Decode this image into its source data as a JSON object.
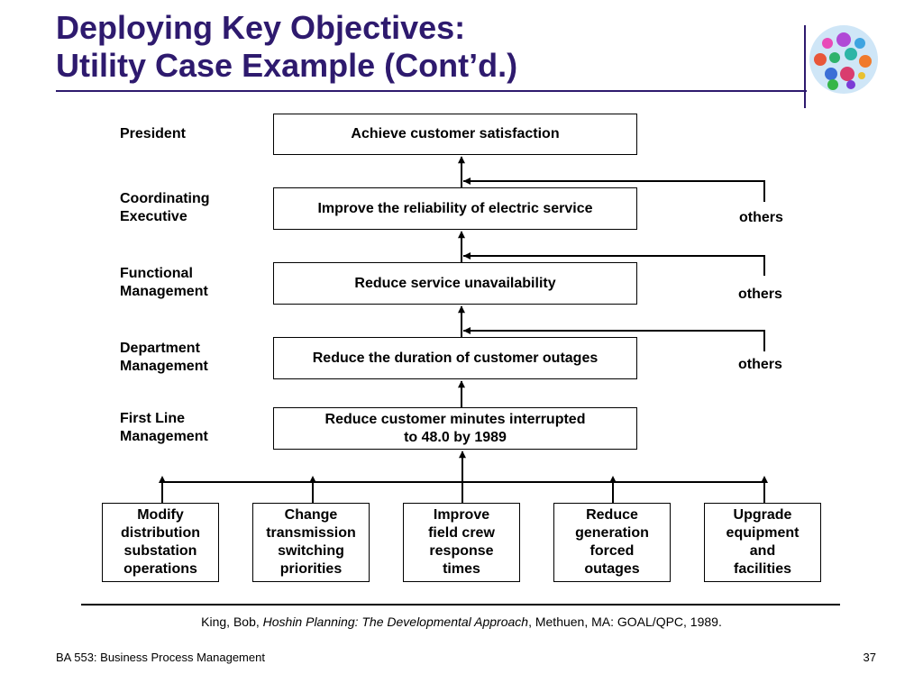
{
  "slide": {
    "title_line1": "Deploying Key Objectives:",
    "title_line2": "Utility Case Example (Cont’d.)"
  },
  "levels": [
    {
      "label_lines": [
        "President"
      ],
      "objective_lines": [
        "Achieve customer satisfaction"
      ]
    },
    {
      "label_lines": [
        "Coordinating",
        "Executive"
      ],
      "objective_lines": [
        "Improve the reliability of electric service"
      ]
    },
    {
      "label_lines": [
        "Functional",
        "Management"
      ],
      "objective_lines": [
        "Reduce service unavailability"
      ]
    },
    {
      "label_lines": [
        "Department",
        "Management"
      ],
      "objective_lines": [
        "Reduce the duration of customer outages"
      ]
    },
    {
      "label_lines": [
        "First Line",
        "Management"
      ],
      "objective_lines": [
        "Reduce customer minutes interrupted",
        "to 48.0 by 1989"
      ]
    }
  ],
  "others_label": "others",
  "sub_objectives": [
    {
      "lines": [
        "Modify",
        "distribution",
        "substation",
        "operations"
      ]
    },
    {
      "lines": [
        "Change",
        "transmission",
        "switching",
        "priorities"
      ]
    },
    {
      "lines": [
        "Improve",
        "field crew",
        "response",
        "times"
      ]
    },
    {
      "lines": [
        "Reduce",
        "generation",
        "forced",
        "outages"
      ]
    },
    {
      "lines": [
        "Upgrade",
        "equipment",
        "and",
        "facilities"
      ]
    }
  ],
  "reference": {
    "prefix": "King, Bob, ",
    "italic": "Hoshin Planning: The Developmental Approach",
    "suffix": ", Methuen, MA: GOAL/QPC, 1989."
  },
  "footer": {
    "course": "BA 553: Business Process Management",
    "page_number": "37"
  },
  "colors": {
    "title": "#2e1a6e"
  }
}
